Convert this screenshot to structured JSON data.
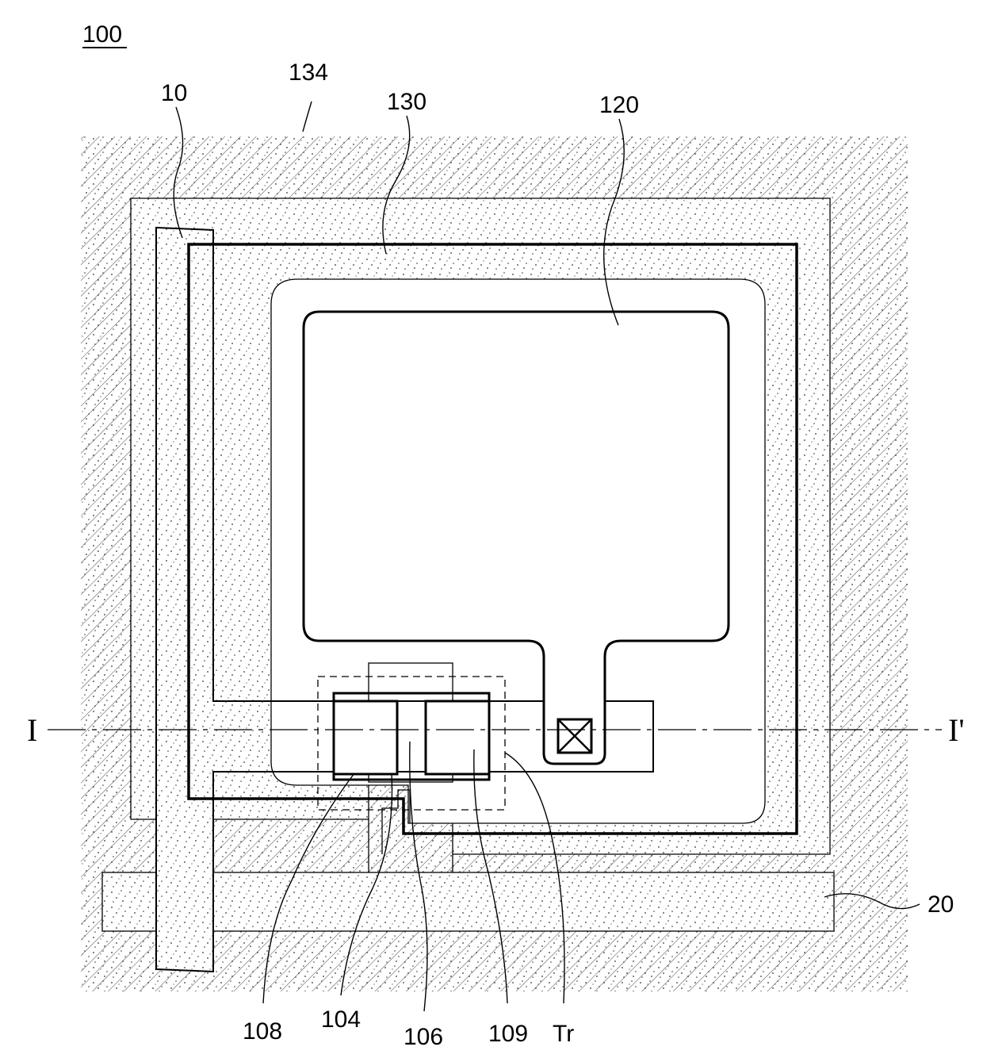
{
  "figure_label": "100",
  "labels": {
    "l134": "134",
    "l10": "10",
    "l130": "130",
    "l120": "120",
    "l20": "20",
    "l108": "108",
    "l104": "104",
    "l106": "106",
    "l109": "109",
    "lTr": "Tr",
    "section_left": "I",
    "section_right": "I'"
  },
  "colors": {
    "line": "#000000",
    "hatch": "#555555",
    "dots": "#333333",
    "background": "#ffffff"
  }
}
